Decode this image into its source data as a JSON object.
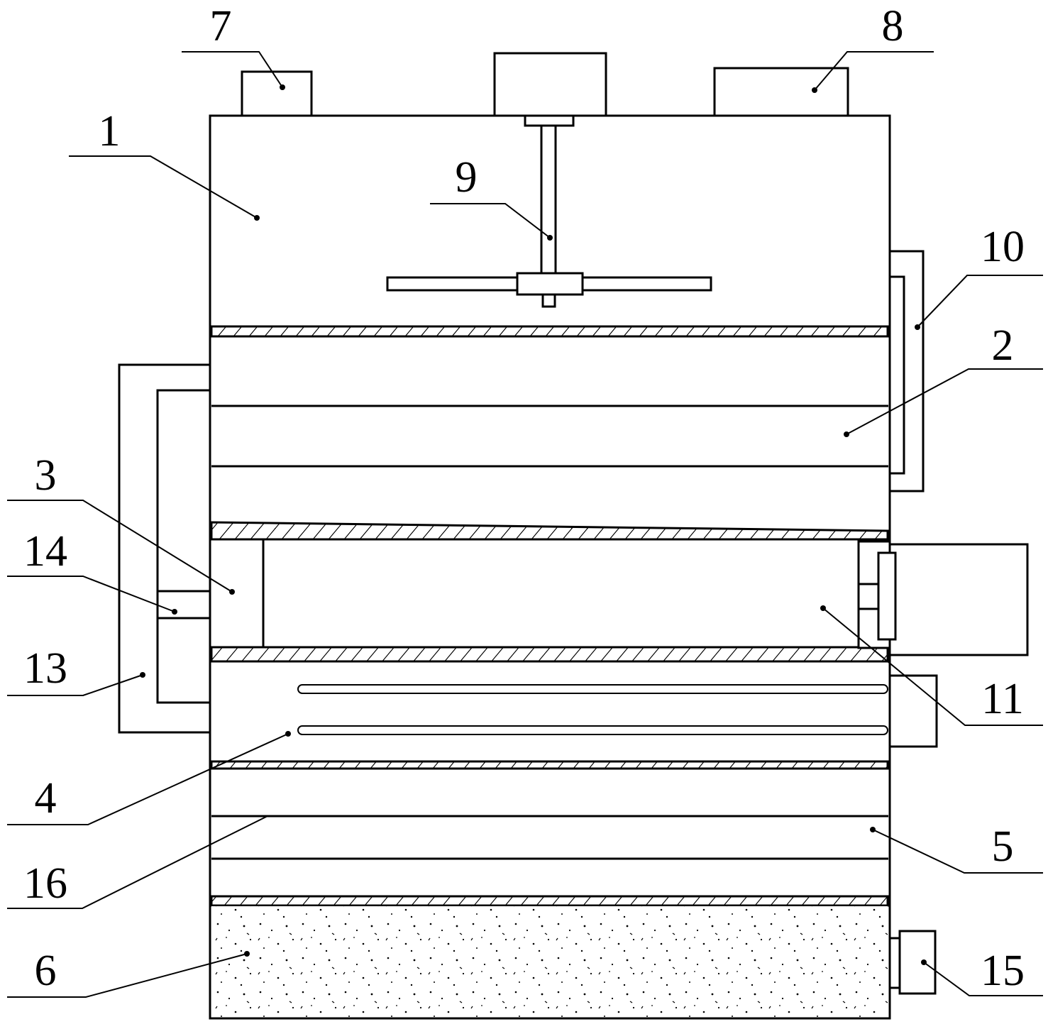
{
  "labels": {
    "n1": "1",
    "n2": "2",
    "n3": "3",
    "n4": "4",
    "n5": "5",
    "n6": "6",
    "n7": "7",
    "n8": "8",
    "n9": "9",
    "n10": "10",
    "n11": "11",
    "n13": "13",
    "n14": "14",
    "n15": "15",
    "n16": "16"
  }
}
